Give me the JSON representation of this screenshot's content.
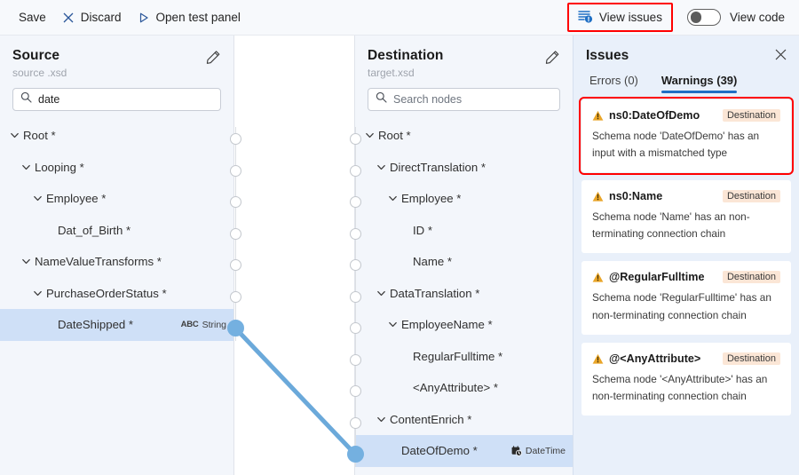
{
  "toolbar": {
    "save_label": "Save",
    "discard_label": "Discard",
    "discard_icon": "close-x-icon",
    "open_test_panel_label": "Open test panel",
    "open_test_panel_icon": "play-triangle-icon",
    "view_issues_label": "View issues",
    "view_issues_icon": "issues-list-alert-icon",
    "view_code_label": "View code",
    "view_code_toggle_state": "off",
    "highlight_color": "#ff0000"
  },
  "source_panel": {
    "title": "Source",
    "subtitle": "source .xsd",
    "edit_icon": "pencil-icon",
    "search": {
      "value": "date",
      "placeholder": "",
      "icon": "search-icon"
    },
    "nodes": [
      {
        "label": "Root *",
        "depth": 0,
        "expandable": true,
        "type": "",
        "selected": false
      },
      {
        "label": "Looping *",
        "depth": 1,
        "expandable": true,
        "type": "",
        "selected": false
      },
      {
        "label": "Employee *",
        "depth": 2,
        "expandable": true,
        "type": "",
        "selected": false
      },
      {
        "label": "Dat_of_Birth *",
        "depth": 3,
        "expandable": false,
        "type": "",
        "selected": false
      },
      {
        "label": "NameValueTransforms *",
        "depth": 1,
        "expandable": true,
        "type": "",
        "selected": false
      },
      {
        "label": "PurchaseOrderStatus *",
        "depth": 2,
        "expandable": true,
        "type": "",
        "selected": false
      },
      {
        "label": "DateShipped *",
        "depth": 3,
        "expandable": false,
        "type": "String",
        "type_icon": "ABC",
        "selected": true
      }
    ]
  },
  "destination_panel": {
    "title": "Destination",
    "subtitle": "target.xsd",
    "edit_icon": "pencil-icon",
    "search": {
      "value": "",
      "placeholder": "Search nodes",
      "icon": "search-icon"
    },
    "nodes": [
      {
        "label": "Root *",
        "depth": 0,
        "expandable": true,
        "type": "",
        "selected": false
      },
      {
        "label": "DirectTranslation *",
        "depth": 1,
        "expandable": true,
        "type": "",
        "selected": false
      },
      {
        "label": "Employee *",
        "depth": 2,
        "expandable": true,
        "type": "",
        "selected": false
      },
      {
        "label": "ID *",
        "depth": 3,
        "expandable": false,
        "type": "",
        "selected": false
      },
      {
        "label": "Name *",
        "depth": 3,
        "expandable": false,
        "type": "",
        "selected": false
      },
      {
        "label": "DataTranslation *",
        "depth": 1,
        "expandable": true,
        "type": "",
        "selected": false
      },
      {
        "label": "EmployeeName *",
        "depth": 2,
        "expandable": true,
        "type": "",
        "selected": false
      },
      {
        "label": "RegularFulltime *",
        "depth": 3,
        "expandable": false,
        "type": "",
        "selected": false
      },
      {
        "label": "<AnyAttribute> *",
        "depth": 3,
        "expandable": false,
        "type": "",
        "selected": false
      },
      {
        "label": "ContentEnrich *",
        "depth": 1,
        "expandable": true,
        "type": "",
        "selected": false
      },
      {
        "label": "DateOfDemo *",
        "depth": 2,
        "expandable": false,
        "type": "DateTime",
        "type_icon": "calendar-clock-icon",
        "selected": true
      }
    ]
  },
  "connection": {
    "from_node": "DateShipped *",
    "to_node": "DateOfDemo *",
    "color": "#6ba9da"
  },
  "issues_panel": {
    "title": "Issues",
    "close_icon": "close-icon",
    "tabs": [
      {
        "label": "Errors (0)",
        "active": false
      },
      {
        "label": "Warnings (39)",
        "active": true
      }
    ],
    "cards": [
      {
        "icon": "warning-triangle-icon",
        "name": "ns0:DateOfDemo",
        "tag": "Destination",
        "description": "Schema node 'DateOfDemo' has an input with a mismatched type",
        "highlighted": true
      },
      {
        "icon": "warning-triangle-icon",
        "name": "ns0:Name",
        "tag": "Destination",
        "description": "Schema node 'Name' has an non-terminating connection chain",
        "highlighted": false
      },
      {
        "icon": "warning-triangle-icon",
        "name": "@RegularFulltime",
        "tag": "Destination",
        "description": "Schema node 'RegularFulltime' has an non-terminating connection chain",
        "highlighted": false
      },
      {
        "icon": "warning-triangle-icon",
        "name": "@<AnyAttribute>",
        "tag": "Destination",
        "description": "Schema node '<AnyAttribute>' has an non-terminating connection chain",
        "highlighted": false
      }
    ]
  }
}
